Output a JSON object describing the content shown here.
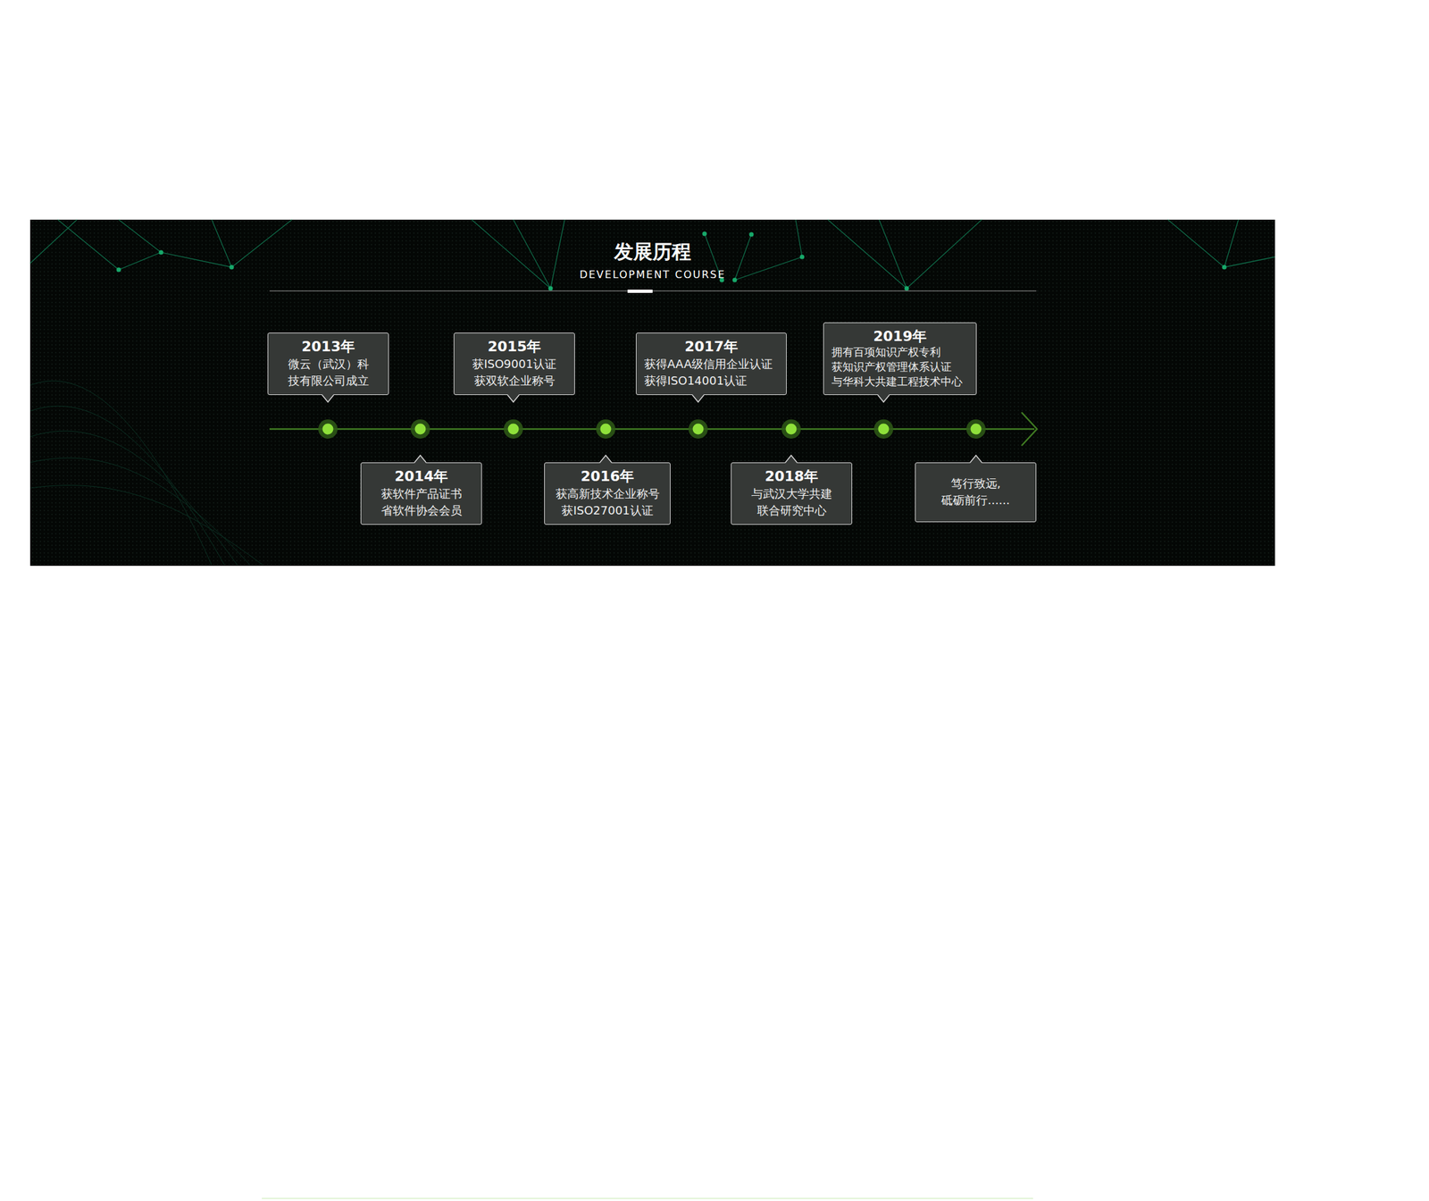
{
  "diagram": {
    "title": "发展历程",
    "nodes": [
      {
        "text": [
          "2013年",
          "微云（武汉）科 技有限公司成立"
        ]
      },
      {
        "text": [
          "2014年",
          "获软件产品证书 省软件协会会员"
        ]
      },
      {
        "text": [
          "2015年",
          "获ISO9001认证 获双软企业称号"
        ]
      },
      {
        "text": [
          "2016年",
          "获高新技术企业称号 获ISO27001认证"
        ]
      },
      {
        "text": [
          "2017年",
          "获得AAA级信用企业认证 获得ISO14001认证"
        ]
      },
      {
        "text": [
          "2018年",
          "与武汉大学共建 联合研究中心"
        ]
      },
      {
        "text": [
          "2019年",
          "拥有百项知识产权专利 获知识产权管理体系认证 与华科大共建工程技术中心"
        ]
      },
      {
        "text": [
          "笃行致远, 砥砺前行......"
        ]
      }
    ],
    "labels": [
      "DEVELOPMENT COURSE"
    ]
  }
}
